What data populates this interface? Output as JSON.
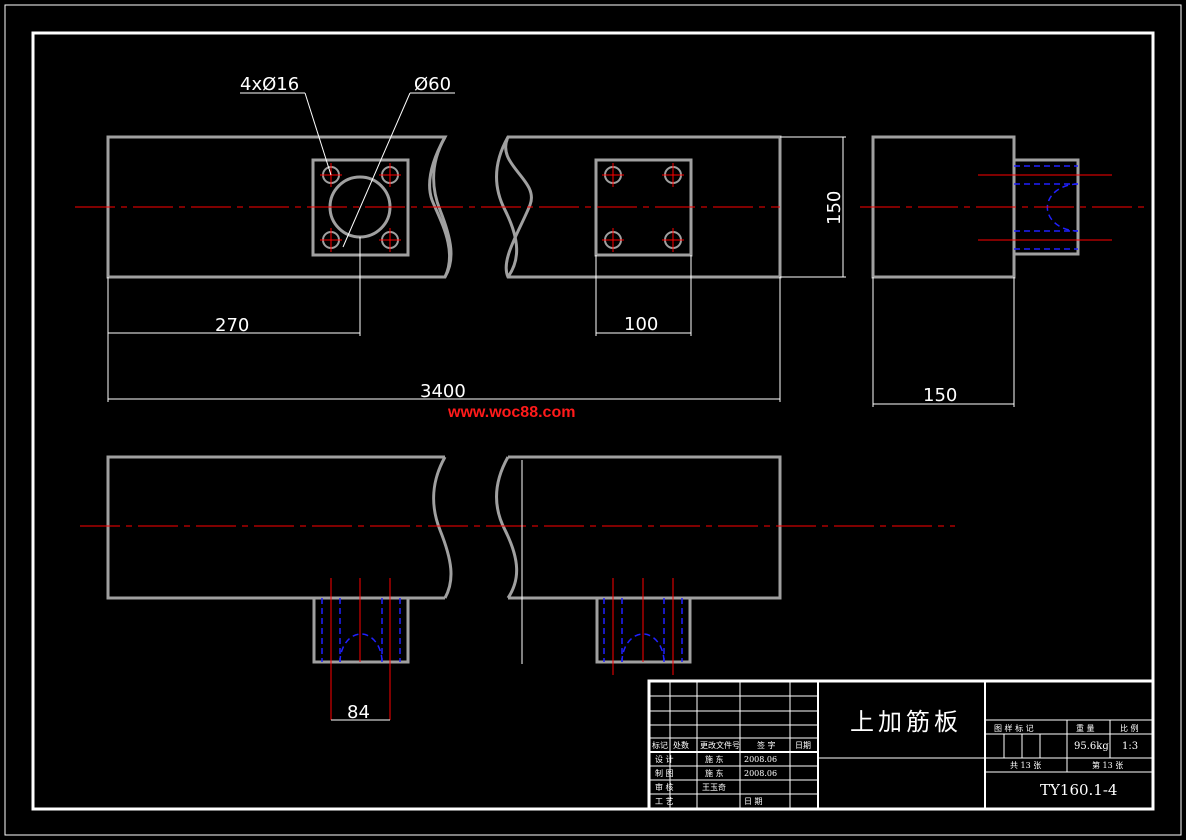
{
  "drawing": {
    "title": "上加筋板",
    "drawing_number": "TY160.1-4",
    "watermark": "www.woc88.com",
    "colors": {
      "background": "#000000",
      "outline": "#ffffff",
      "part_edge": "#a0a0a0",
      "centerline": "#ff0000",
      "hidden_line": "#2020ff"
    }
  },
  "dimensions": {
    "bolt_holes": "4xØ16",
    "center_hole": "Ø60",
    "hole_offset": "270",
    "total_length": "3400",
    "plate_spacing": "100",
    "height": "150",
    "side_width": "150",
    "bottom_plate_width": "84"
  },
  "title_block": {
    "headers": {
      "mark": "标记",
      "quantity": "处数",
      "change_doc": "更改文件号",
      "signature": "签 字",
      "date": "日期"
    },
    "rows": [
      {
        "role": "设 计",
        "name": "施 东",
        "date": "2008.06"
      },
      {
        "role": "制 图",
        "name": "施 东",
        "date": "2008.06"
      },
      {
        "role": "审 核",
        "name": "王玉奇",
        "date": ""
      },
      {
        "role": "工 艺",
        "name": "",
        "date": "日 期"
      }
    ],
    "labels": {
      "drawing_mark": "图 样 标 记",
      "weight": "重 量",
      "scale": "比 例",
      "total_sheets": "共 13 张",
      "sheet_no": "第 13 张"
    },
    "values": {
      "weight": "95.6kg",
      "scale": "1:3"
    }
  }
}
